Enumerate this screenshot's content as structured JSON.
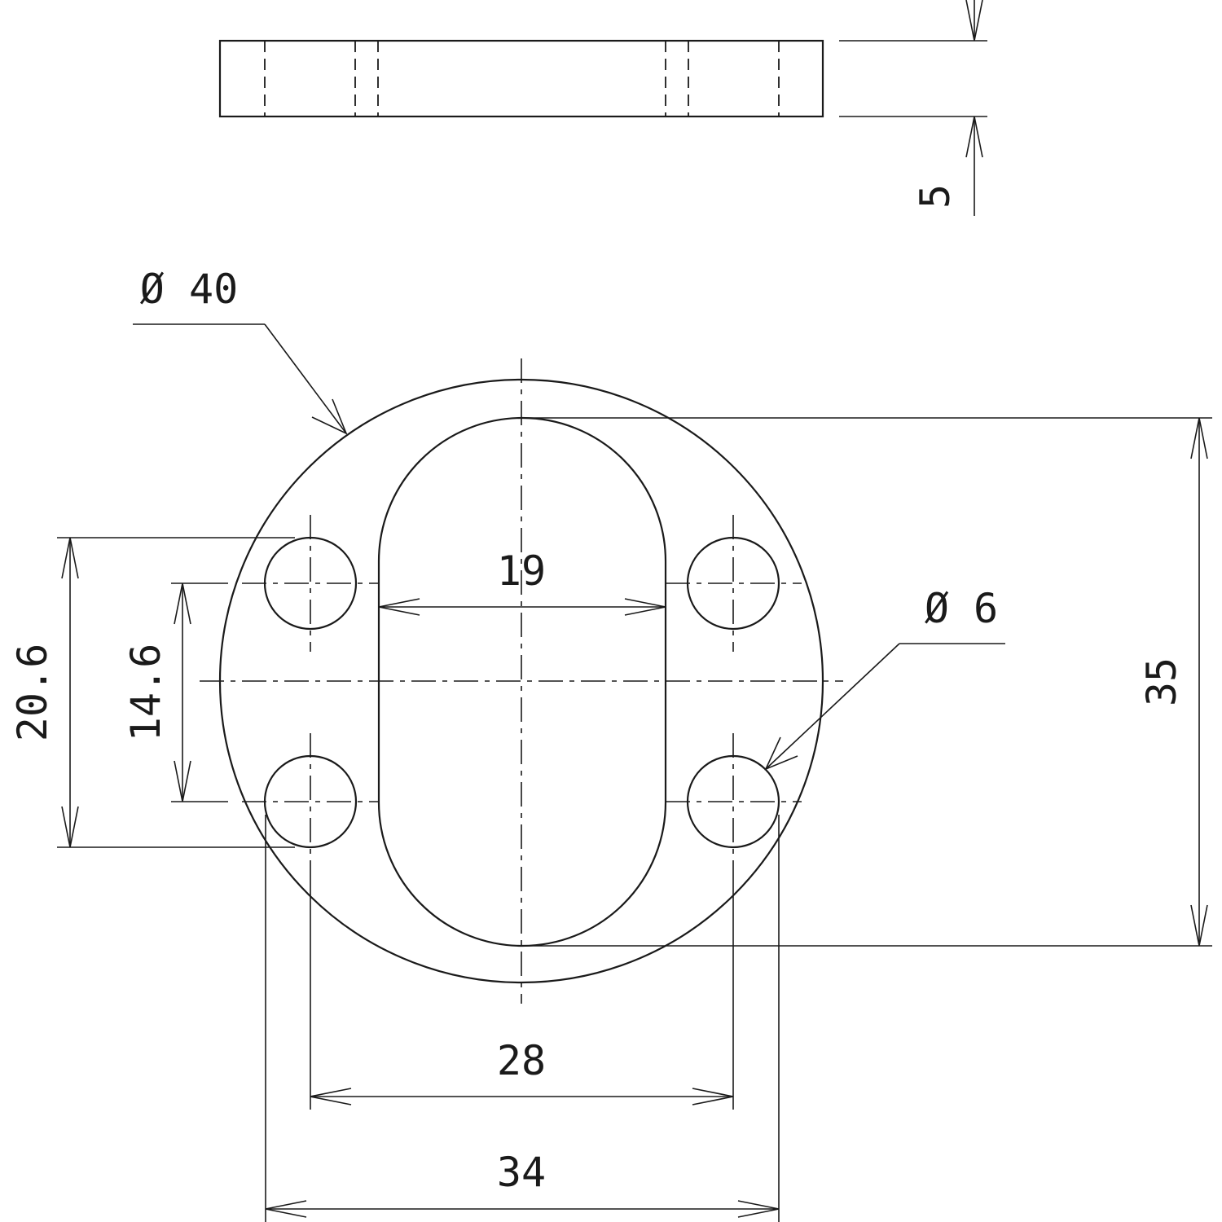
{
  "dimensions": {
    "thickness": "5",
    "outer_diameter": "Ø 40",
    "slot_width": "19",
    "hole_diameter": "Ø 6",
    "slot_length": "35",
    "outer_hole_span_vertical": "20.6",
    "hole_center_span_vertical": "14.6",
    "hole_center_span_horizontal": "28",
    "outer_hole_span_horizontal": "34"
  }
}
